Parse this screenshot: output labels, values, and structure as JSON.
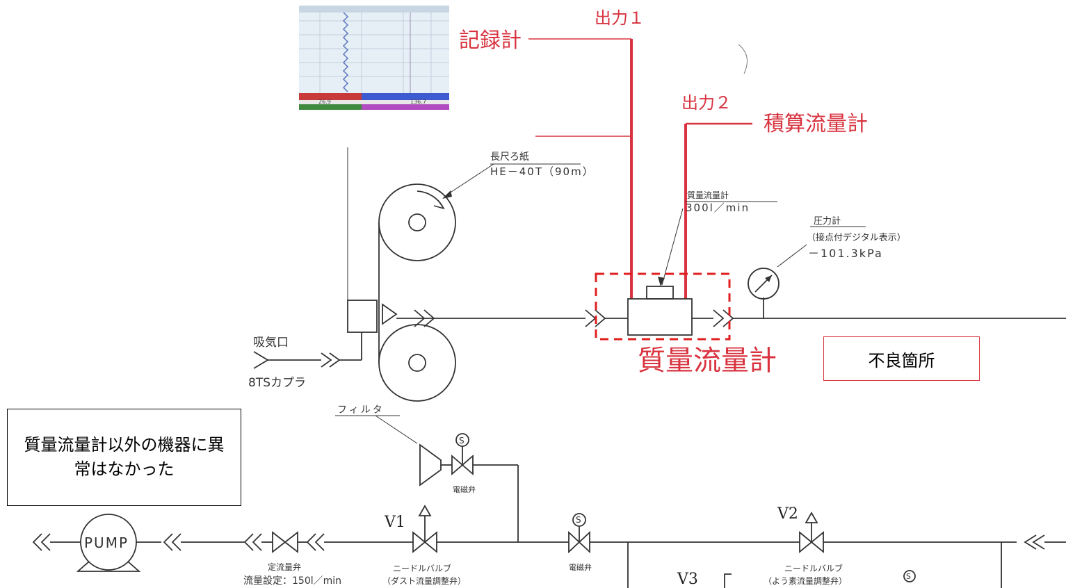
{
  "labels": {
    "output1": "出力１",
    "recorder": "記録計",
    "output2": "出力２",
    "totalizer": "積算流量計",
    "mass_flowmeter_big": "質量流量計",
    "roll_paper": "長尺ろ紙",
    "roll_model": "HE－40T（90m）",
    "mfm_small": "質量流量計",
    "mfm_range": "300l／min",
    "pressure_gauge": "圧力計",
    "pressure_note": "（接点付デジタル表示）",
    "pressure_value": "－101.3kPa",
    "inlet": "吸気口",
    "coupler": "8TSカプラ",
    "filter": "フィルタ",
    "solenoid1": "電磁弁",
    "solenoid2": "電磁弁",
    "v1": "V1",
    "v2": "V2",
    "v3": "V3",
    "pump": "PUMP",
    "const_flow_valve": "定流量弁",
    "flow_setting": "流量設定：150l／min",
    "needle_valve1": "ニードルバルブ",
    "needle_valve1_note": "（ダスト流量調整弁）",
    "needle_valve2": "ニードルバルブ",
    "needle_valve2_note": "（よう素流量調整弁）",
    "solenoid_symbol": "S",
    "chart_value_left": "26.9",
    "chart_value_right": "136.7"
  },
  "callouts": {
    "defect": "不良箇所",
    "normal": "質量流量計以外の機器に異常はなかった"
  },
  "colors": {
    "signal_line": "#d8333f",
    "highlight_box": "#e02020",
    "drawing": "#333333"
  }
}
